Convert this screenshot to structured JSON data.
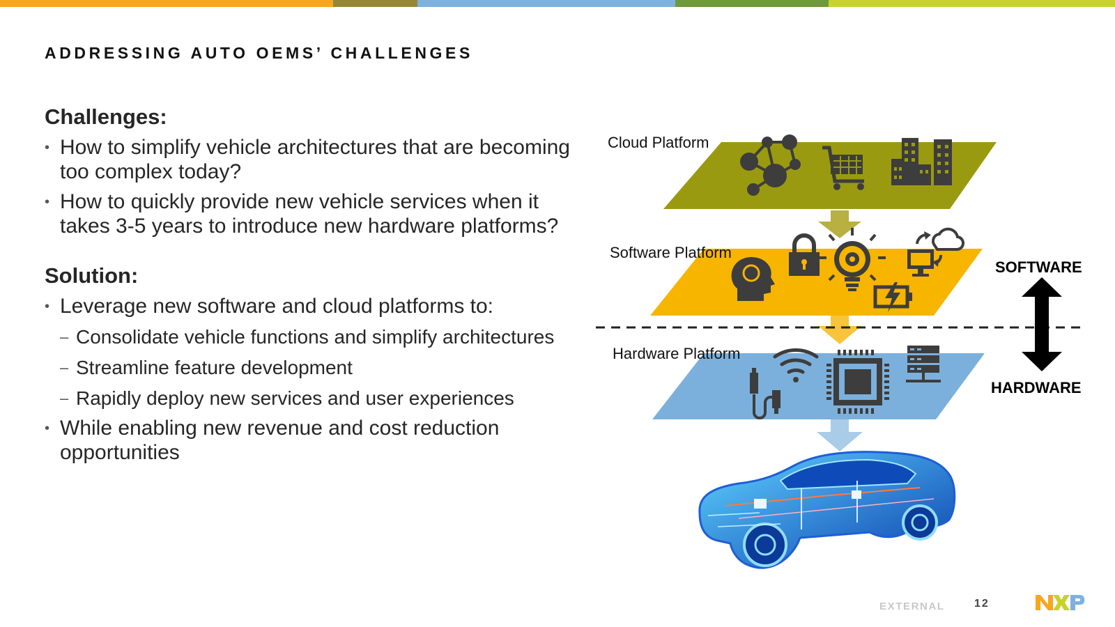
{
  "colors": {
    "top_bar": [
      "#F9A61C",
      "#968637",
      "#7EB1DE",
      "#6E9A3A",
      "#C9D22A"
    ],
    "cloud_layer": "#9A9A10",
    "software_layer": "#F7B500",
    "hardware_layer": "#7BB0DC",
    "icon_dark": "#3D3D3D",
    "logo_orange": "#F9A61C",
    "logo_green": "#C9D22A",
    "logo_blue": "#7EB1DE"
  },
  "slide": {
    "title": "ADDRESSING AUTO OEMS’ CHALLENGES"
  },
  "challenges": {
    "heading": "Challenges:",
    "items": [
      "How to simplify vehicle architectures that are becoming too complex today?",
      "How to quickly provide new vehicle services when it takes 3-5 years to introduce new hardware platforms?"
    ]
  },
  "solution": {
    "heading": "Solution:",
    "intro": "Leverage new software and cloud platforms to:",
    "subitems": [
      "Consolidate vehicle functions and simplify architectures",
      "Streamline feature development",
      "Rapidly deploy new services and user experiences"
    ],
    "closing": "While enabling new revenue and cost reduction opportunities"
  },
  "diagram": {
    "cloud_label": "Cloud Platform",
    "software_label": "Software Platform",
    "hardware_label": "Hardware Platform",
    "software_side": "SOFTWARE",
    "hardware_side": "HARDWARE",
    "icons": {
      "cloud": [
        "network-people-icon",
        "shopping-cart-icon",
        "city-buildings-icon"
      ],
      "software": [
        "brain-head-icon",
        "padlock-icon",
        "lightbulb-gear-icon",
        "computer-cloud-sync-icon",
        "battery-charging-icon"
      ],
      "hardware": [
        "usb-cable-icon",
        "wifi-icon",
        "chip-icon",
        "server-icon"
      ]
    }
  },
  "footer": {
    "classification": "EXTERNAL",
    "page_number": "12",
    "logo_text": "NXP"
  }
}
